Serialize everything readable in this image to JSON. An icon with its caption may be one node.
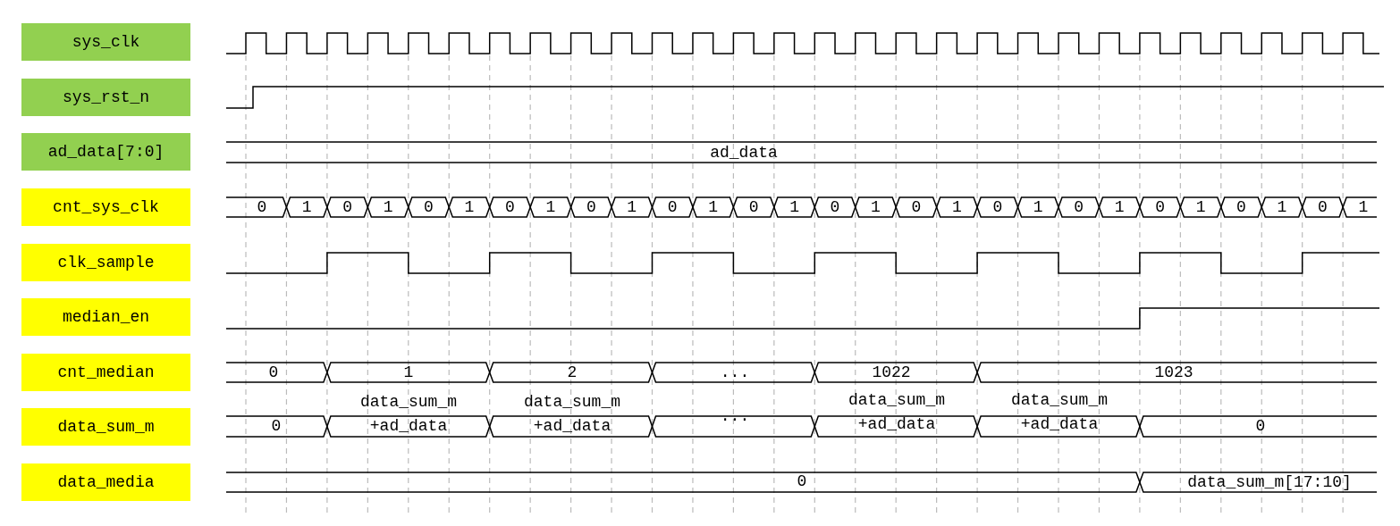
{
  "diagram": {
    "nodes": [
      {
        "text": [
          "sys_clk"
        ]
      },
      {
        "text": [
          "sys_rst_n"
        ]
      },
      {
        "text": [
          "ad_data[7:0]"
        ]
      },
      {
        "text": [
          "cnt_sys_clk"
        ]
      },
      {
        "text": [
          "clk_sample"
        ]
      },
      {
        "text": [
          "median_en"
        ]
      },
      {
        "text": [
          "cnt_median"
        ]
      },
      {
        "text": [
          "data_sum_m"
        ]
      },
      {
        "text": [
          "data_media"
        ]
      }
    ],
    "labels": [
      "ad_data",
      "0",
      "1",
      "0",
      "1",
      "0",
      "1",
      "0",
      "1",
      "0",
      "1",
      "0",
      "1",
      "0",
      "1",
      "0",
      "1",
      "0",
      "1",
      "0",
      "1",
      "0",
      "1",
      "0",
      "1",
      "0",
      "1",
      "0",
      "1",
      "0",
      "1",
      "2",
      "...",
      "1022",
      "1023",
      "0",
      "data_sum_m +ad_data",
      "data_sum_m +ad_data",
      "...",
      "data_sum_m +ad_data",
      "data_sum_m +ad_data",
      "0",
      "0",
      "data_sum_m[17:10]"
    ]
  }
}
